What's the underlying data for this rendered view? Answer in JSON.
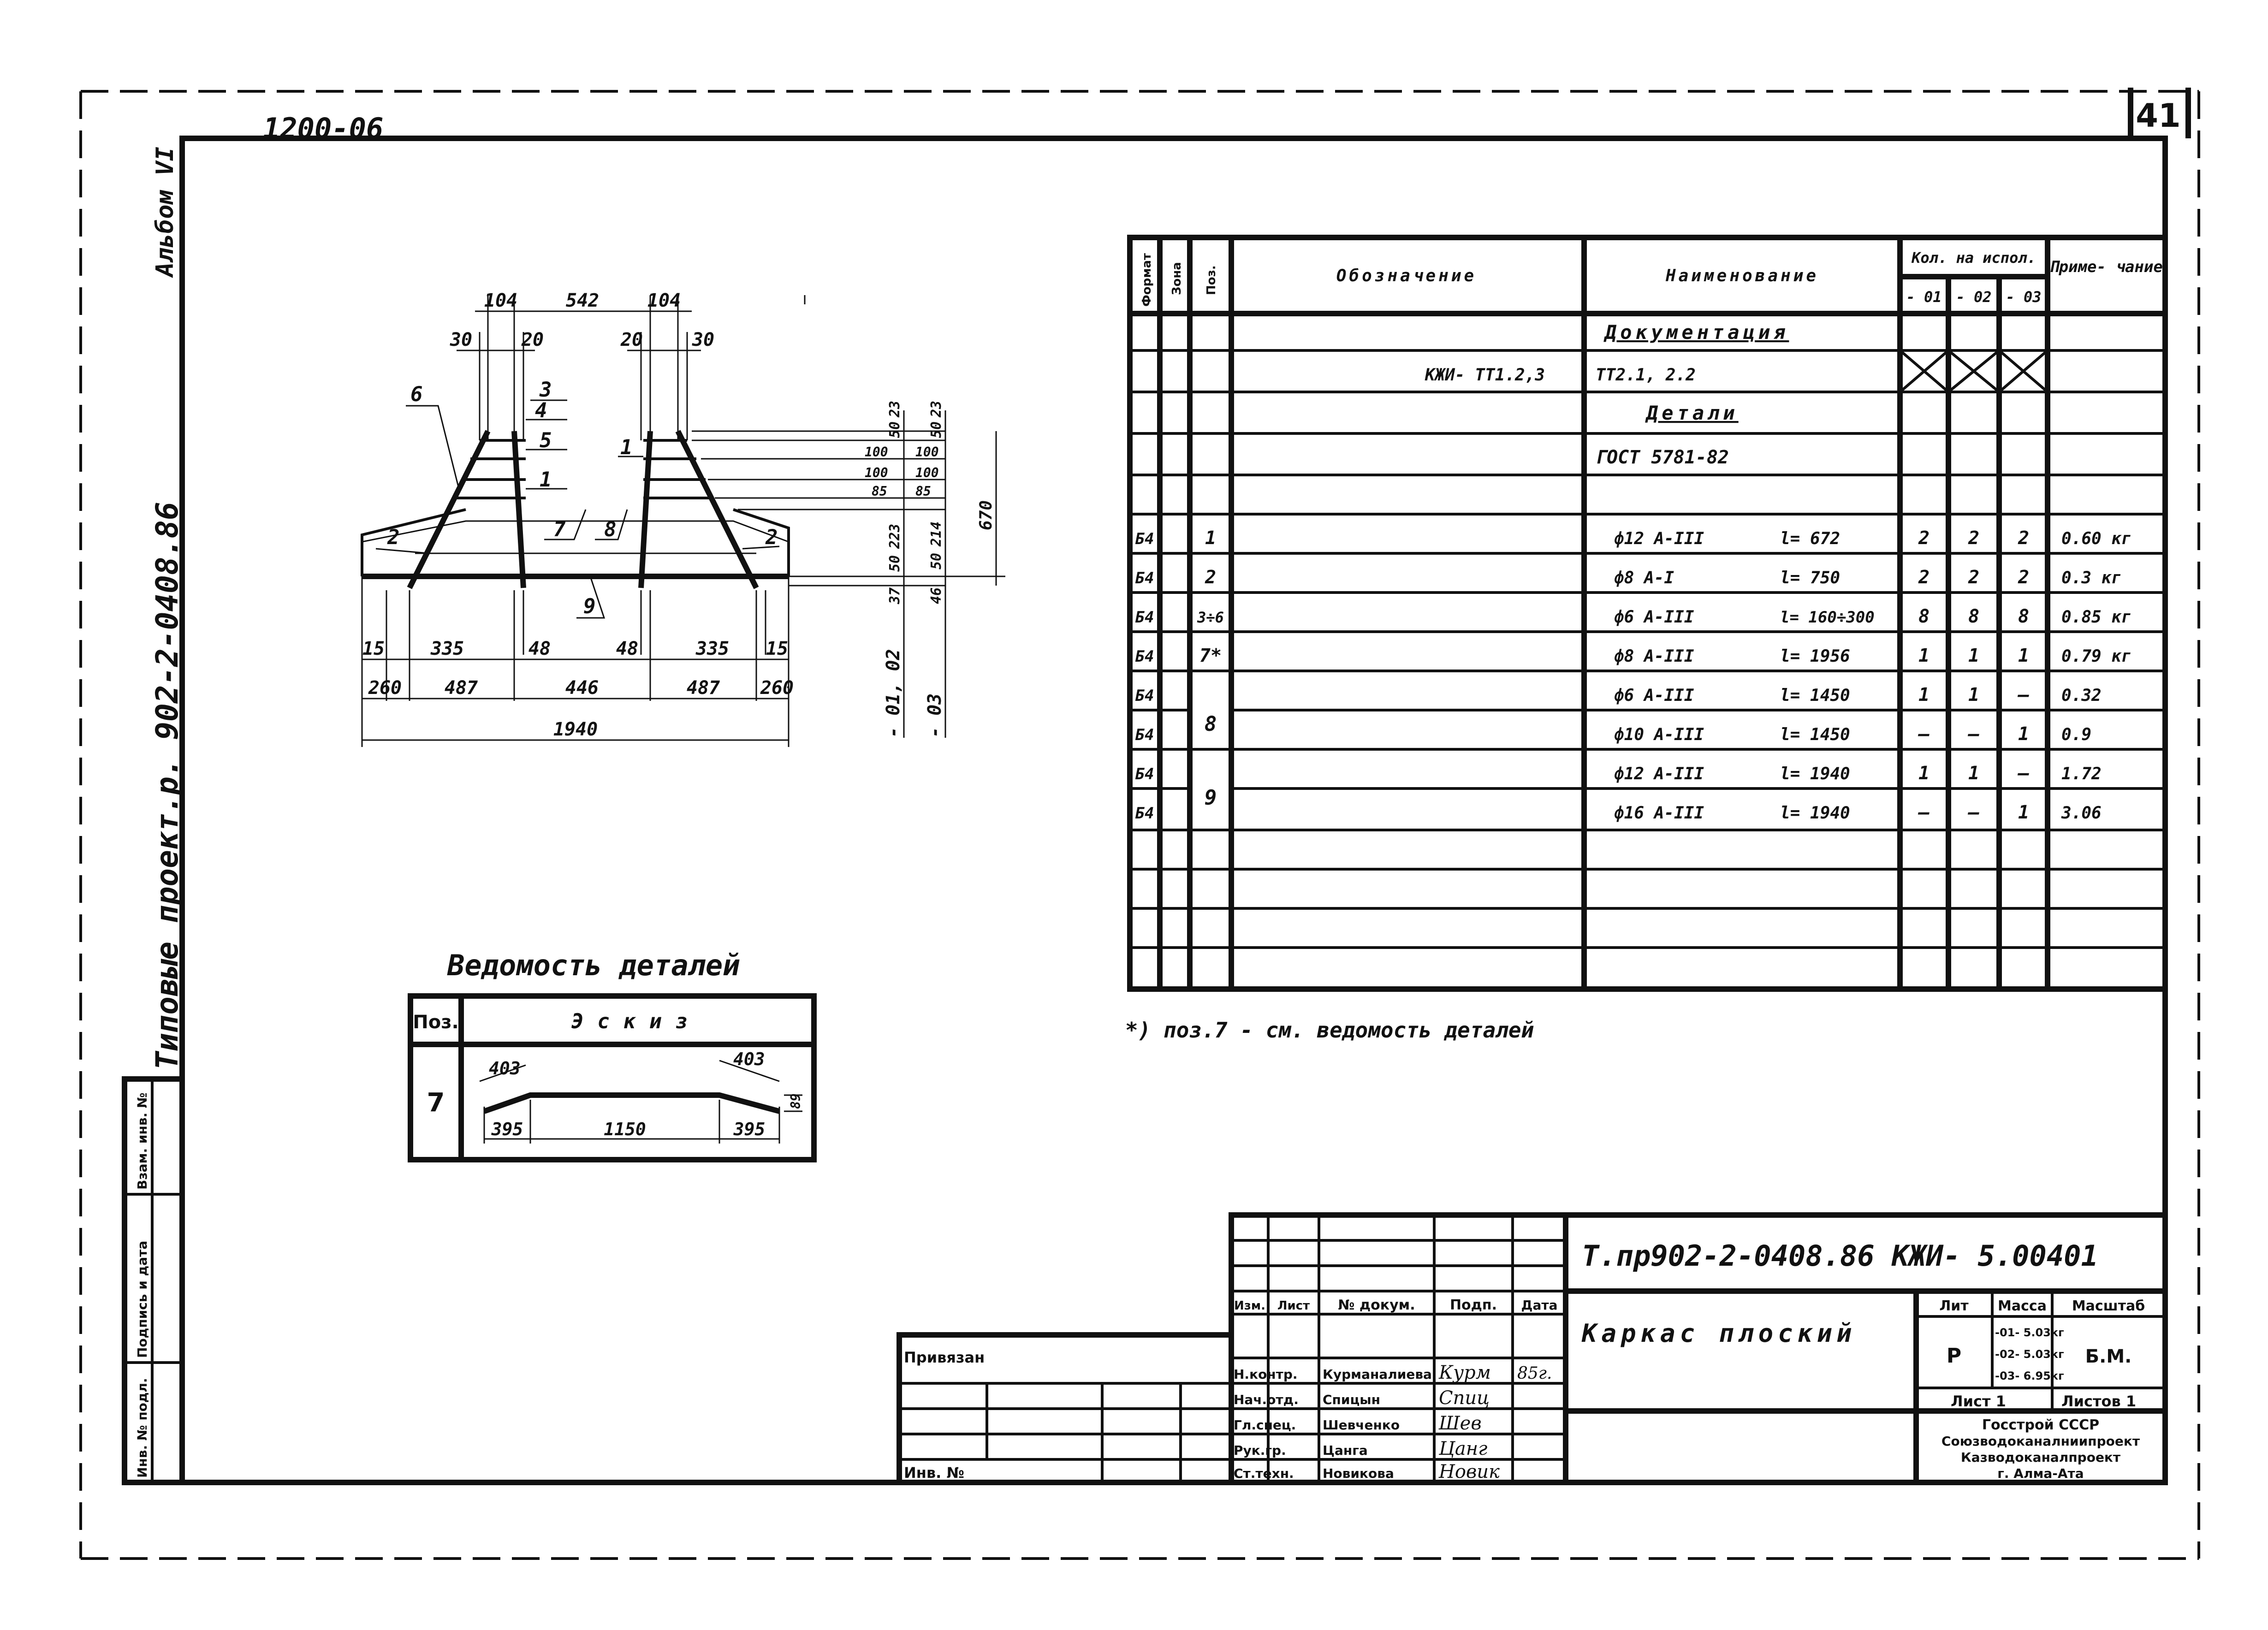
{
  "sheet": {
    "code_top": "1200-06",
    "sheet_number": "41",
    "album": "Альбом VI",
    "series_vertical": "Типовые проект.р. 902-2-0408.86"
  },
  "side_stamp": [
    "Инв. № подл.",
    "Подпись и дата",
    "Взам. инв. №"
  ],
  "drawing": {
    "top_dims": [
      "104",
      "542",
      "104"
    ],
    "sub_dims": [
      "30",
      "20",
      "20",
      "30"
    ],
    "labels": [
      "6",
      "3",
      "4",
      "5",
      "1",
      "1",
      "7",
      "8",
      "2",
      "2",
      "9"
    ],
    "bottom_dims_1": [
      "15",
      "335",
      "48",
      "48",
      "335",
      "15"
    ],
    "bottom_dims_2": [
      "260",
      "487",
      "446",
      "487",
      "260"
    ],
    "total": "1940",
    "right_dims": [
      "50",
      "23",
      "100",
      "100",
      "85",
      "50",
      "223",
      "37",
      "50",
      "23",
      "100",
      "100",
      "85",
      "50",
      "214",
      "46",
      "670"
    ],
    "variants": [
      "- 01, 02",
      "- 03"
    ]
  },
  "details": {
    "title": "Ведомость деталей",
    "head_pos": "Поз.",
    "head_sketch": "Эскиз",
    "pos": "7",
    "dims": [
      "403",
      "403",
      "395",
      "1150",
      "395",
      "89"
    ]
  },
  "spec": {
    "headers": {
      "format": "Формат",
      "zone": "Зона",
      "pos": "Поз.",
      "designation": "Обозначение",
      "name": "Наименование",
      "qty": "Кол. на испол.",
      "v1": "- 01",
      "v2": "- 02",
      "v3": "- 03",
      "note": "Приме- чание"
    },
    "section_doc": "Документация",
    "doc_designation": "КЖИ- ТТ1.2,3",
    "doc_name": "ТТ2.1, 2.2",
    "section_details": "Детали",
    "gost": "ГОСТ 5781-82",
    "rows": [
      {
        "format": "Б4",
        "pos": "1",
        "name": "ф12 А-III",
        "len": "l= 672",
        "q1": "2",
        "q2": "2",
        "q3": "2",
        "note": "0.60 кг"
      },
      {
        "format": "Б4",
        "pos": "2",
        "name": "ф8 А-I",
        "len": "l= 750",
        "q1": "2",
        "q2": "2",
        "q3": "2",
        "note": "0.3 кг"
      },
      {
        "format": "Б4",
        "pos": "3÷6",
        "name": "ф6 А-III",
        "len": "l= 160÷300",
        "q1": "8",
        "q2": "8",
        "q3": "8",
        "note": "0.85 кг"
      },
      {
        "format": "Б4",
        "pos": "7*",
        "name": "ф8 А-III",
        "len": "l= 1956",
        "q1": "1",
        "q2": "1",
        "q3": "1",
        "note": "0.79 кг"
      },
      {
        "format": "Б4",
        "pos": "",
        "name": "ф6 А-III",
        "len": "l= 1450",
        "q1": "1",
        "q2": "1",
        "q3": "—",
        "note": "0.32"
      },
      {
        "format": "Б4",
        "pos": "8",
        "name": "ф10 А-III",
        "len": "l= 1450",
        "q1": "—",
        "q2": "—",
        "q3": "1",
        "note": "0.9"
      },
      {
        "format": "Б4",
        "pos": "",
        "name": "ф12 А-III",
        "len": "l= 1940",
        "q1": "1",
        "q2": "1",
        "q3": "—",
        "note": "1.72"
      },
      {
        "format": "Б4",
        "pos": "9",
        "name": "ф16 А-III",
        "len": "l= 1940",
        "q1": "—",
        "q2": "—",
        "q3": "1",
        "note": "3.06"
      }
    ],
    "footnote": "*) поз.7 - см. ведомость деталей"
  },
  "title_block": {
    "code": "Т.пр902-2-0408.86 КЖИ- 5.00401",
    "heads": [
      "Изм.",
      "Лист",
      "№ докум.",
      "Подп.",
      "Дата"
    ],
    "title": "Каркас плоский",
    "roles": [
      "Н.контр.",
      "Нач.отд.",
      "Гл.спец.",
      "Рук.гр.",
      "Ст.техн."
    ],
    "names": [
      "Курманалиева",
      "Спицын",
      "Шевченко",
      "Цанга",
      "Новикова"
    ],
    "signatures": [
      "Курм",
      "Спиц",
      "Шев",
      "Цанг",
      "Новик"
    ],
    "date_sig": "85г.",
    "lit_head": "Лит",
    "mass_head": "Масса",
    "scale_head": "Масштаб",
    "lit": "Р",
    "mass": [
      "-01- 5.03кг",
      "-02- 5.03кг",
      "-03- 6.95кг"
    ],
    "scale": "Б.М.",
    "sheet": "Лист 1",
    "sheets": "Листов 1",
    "org": [
      "Госстрой СССР",
      "Союзводоканалниипроект",
      "Казводоканалпроект",
      "г. Алма-Ата"
    ],
    "privyazan": "Привязан",
    "inv": "Инв. №"
  }
}
